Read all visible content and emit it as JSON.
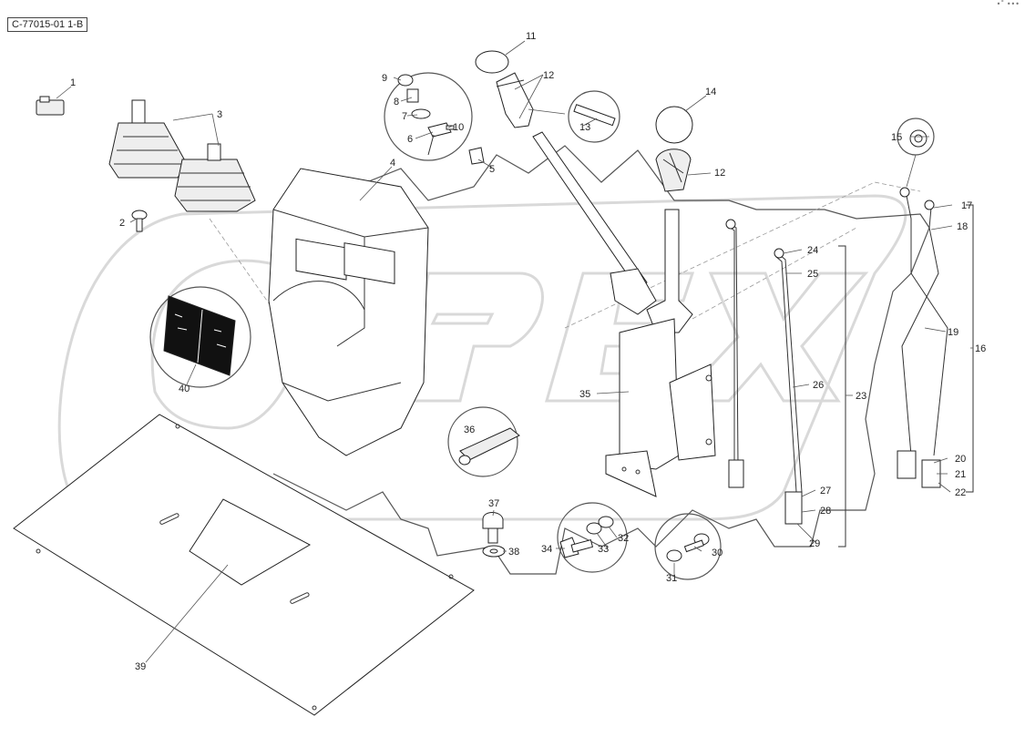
{
  "document_id": "C-77015-01 1-B",
  "corner_mark": "•˚ •••",
  "watermark_text": "OPEX",
  "parts": [
    {
      "number": "1"
    },
    {
      "number": "2"
    },
    {
      "number": "3"
    },
    {
      "number": "4"
    },
    {
      "number": "5"
    },
    {
      "number": "6"
    },
    {
      "number": "7"
    },
    {
      "number": "8"
    },
    {
      "number": "9"
    },
    {
      "number": "10"
    },
    {
      "number": "11"
    },
    {
      "number": "12"
    },
    {
      "number": "12"
    },
    {
      "number": "13"
    },
    {
      "number": "14"
    },
    {
      "number": "15"
    },
    {
      "number": "16"
    },
    {
      "number": "17"
    },
    {
      "number": "18"
    },
    {
      "number": "19"
    },
    {
      "number": "20"
    },
    {
      "number": "21"
    },
    {
      "number": "22"
    },
    {
      "number": "23"
    },
    {
      "number": "24"
    },
    {
      "number": "25"
    },
    {
      "number": "26"
    },
    {
      "number": "27"
    },
    {
      "number": "28"
    },
    {
      "number": "29"
    },
    {
      "number": "30"
    },
    {
      "number": "31"
    },
    {
      "number": "32"
    },
    {
      "number": "33"
    },
    {
      "number": "34"
    },
    {
      "number": "35"
    },
    {
      "number": "36"
    },
    {
      "number": "37"
    },
    {
      "number": "38"
    },
    {
      "number": "39"
    },
    {
      "number": "40"
    }
  ]
}
